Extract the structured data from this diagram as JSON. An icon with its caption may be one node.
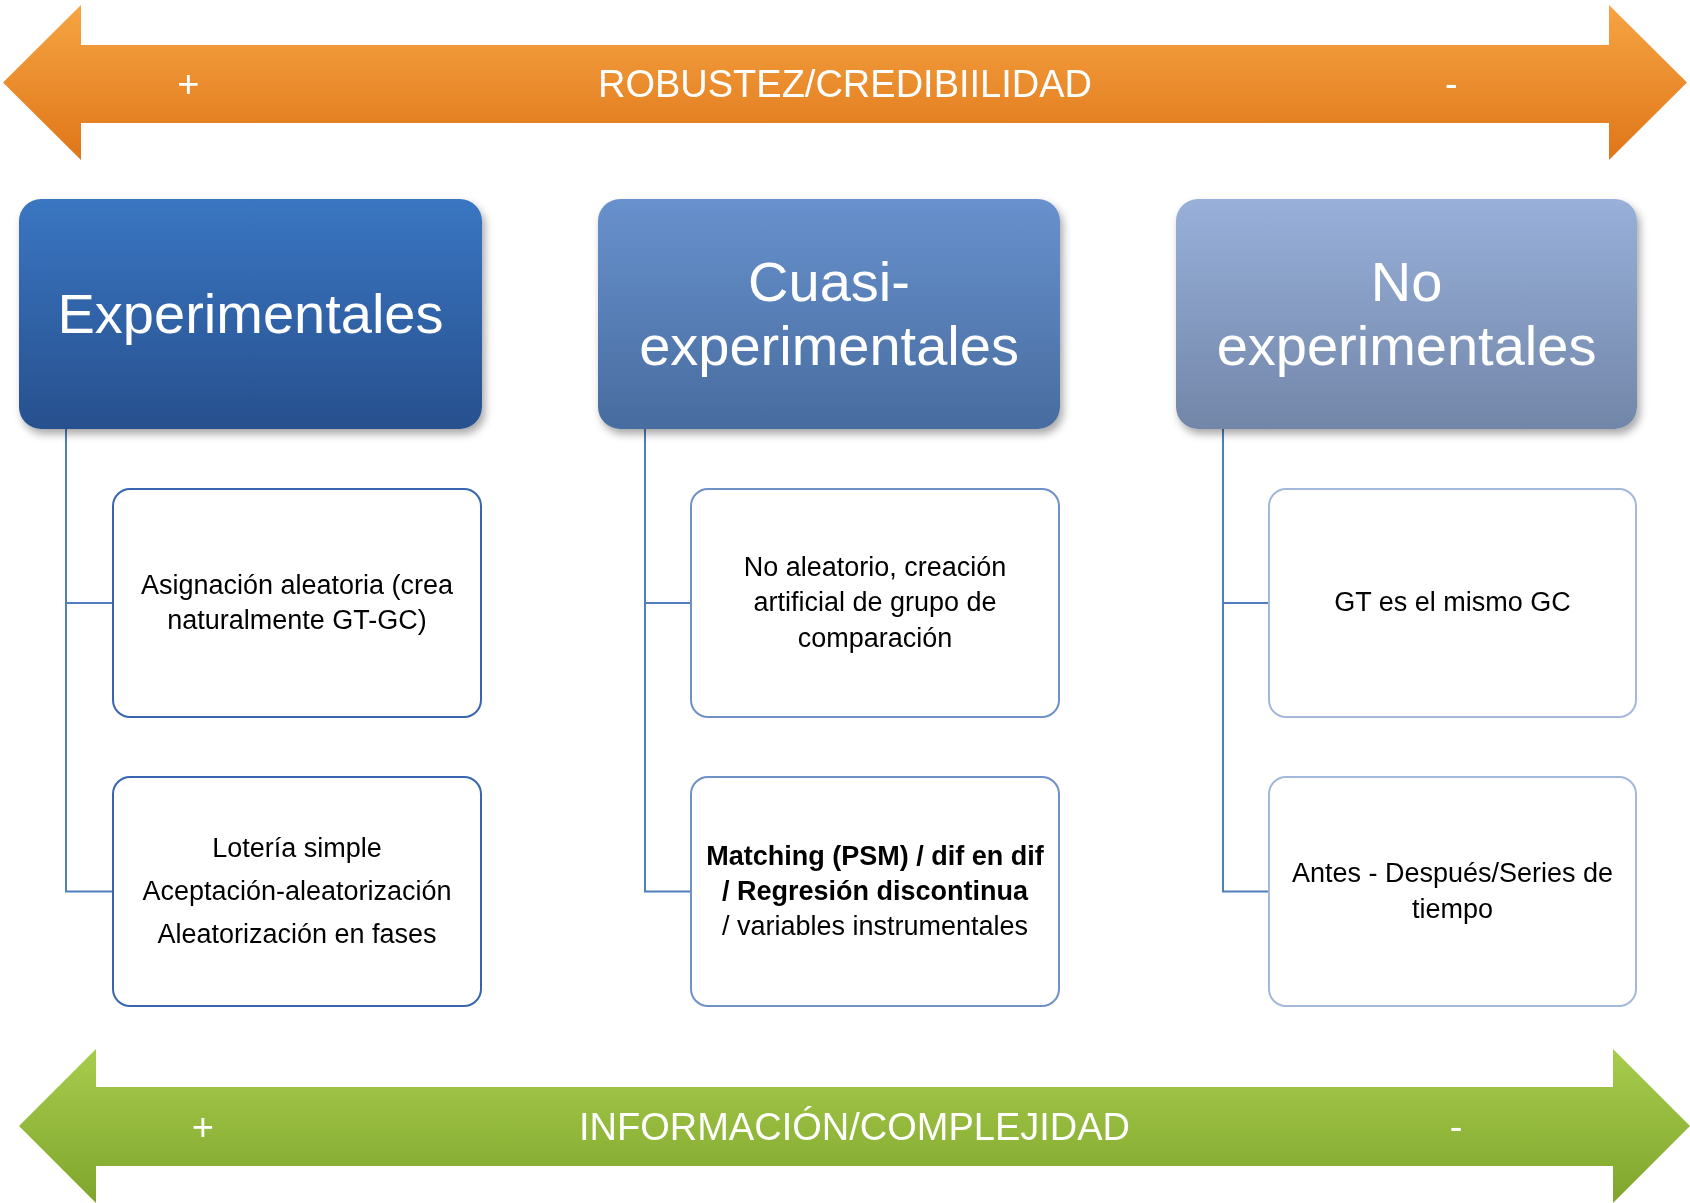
{
  "diagram": {
    "nodes": [
      {
        "text": [
          "+",
          "ROBUSTEZ/CREDIBIILIDAD",
          "-"
        ]
      },
      {
        "text": [
          "Experimentales"
        ]
      },
      {
        "text": [
          "Asignación aleatoria (crea naturalmente GT-GC)"
        ]
      },
      {
        "text": [
          "Lotería simple",
          "Aceptación-aleatorización",
          "Aleatorización en fases"
        ]
      },
      {
        "text": [
          "Cuasi-experimentales"
        ]
      },
      {
        "text": [
          "No aleatorio, creación artificial de grupo de comparación"
        ]
      },
      {
        "text": [
          "**Matching (PSM) / dif en dif / Regresión discontinua** / variables instrumentales"
        ]
      },
      {
        "text": [
          "No experimentales"
        ]
      },
      {
        "text": [
          "GT es el mismo GC"
        ]
      },
      {
        "text": [
          "Antes - Después/Series de tiempo"
        ]
      },
      {
        "text": [
          "+",
          "INFORMACIÓN/COMPLEJIDAD",
          "-"
        ]
      }
    ],
    "edges": [
      {
        "from": 1,
        "to": 2,
        "arrow": "none"
      },
      {
        "from": 1,
        "to": 3,
        "arrow": "none"
      },
      {
        "from": 4,
        "to": 5,
        "arrow": "none"
      },
      {
        "from": 4,
        "to": 6,
        "arrow": "none"
      },
      {
        "from": 7,
        "to": 8,
        "arrow": "none"
      },
      {
        "from": 7,
        "to": 9,
        "arrow": "none"
      }
    ]
  }
}
